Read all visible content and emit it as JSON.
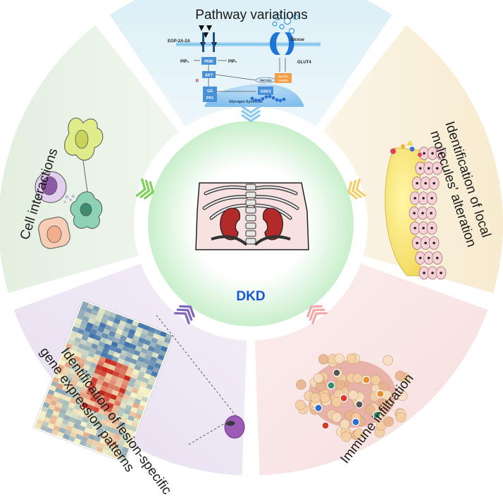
{
  "center": {
    "label": "DKD"
  },
  "sections": {
    "pathway": {
      "title": "Pathway variations"
    },
    "local": {
      "title_line1": "Identification of local",
      "title_line2": "molecules' alteration"
    },
    "immune": {
      "title": "Immune infiltration"
    },
    "lesion": {
      "title_line1": "Identification of lesion-specific",
      "title_line2": "gene expression patterns"
    },
    "cell": {
      "title": "Cell interactions"
    }
  },
  "pathway_labels": {
    "egp": "EGP-2A-2A",
    "pip3": "PIP₃",
    "pip2": "PIP₂",
    "pi3k": "PI3K",
    "akt": "AKT",
    "p": "P",
    "gs": "GS",
    "pp1": "PP1",
    "gsk3": "GSK3",
    "tbc1d1": "TBC1D1",
    "glut4_vesicle": "GLUT4 vesicle",
    "glcose": "Glcose",
    "glut4": "GLUT4",
    "glycogen": "Glycogen Synthesis"
  },
  "colors": {
    "pathway": "#d8eef6",
    "local": "#f7ebcf",
    "immune": "#f7dedd",
    "lesion": "#e6dcef",
    "cell": "#e2efdf",
    "center_glow": "#c9efcc",
    "dkd_text": "#1556d6",
    "box_blue": "#4a90d9"
  }
}
